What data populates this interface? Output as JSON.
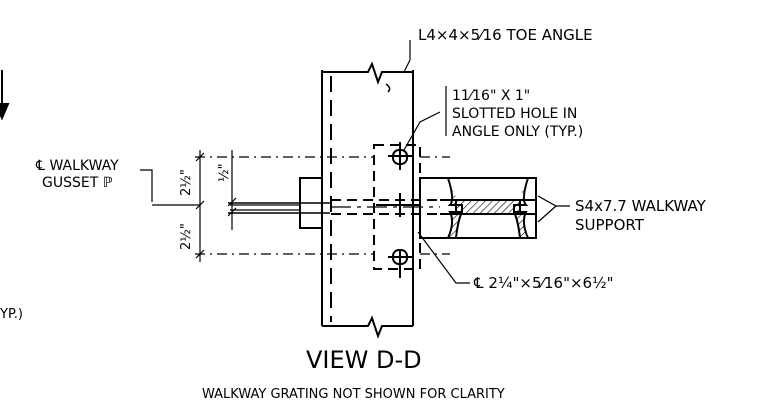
{
  "labels": {
    "toe_angle": "L4×4×5⁄16   TOE ANGLE",
    "slot_line1": "11⁄16\" X 1\"",
    "slot_line2": "SLOTTED HOLE IN",
    "slot_line3": "ANGLE ONLY (TYP.)",
    "walkway_cl_line1": "℄ WALKWAY",
    "walkway_cl_line2": "GUSSET ℙ",
    "dim_2half_top": "2½\"",
    "dim_half": "½\"",
    "dim_2half_bottom": "2½\"",
    "support_line1": "S4x7.7 WALKWAY",
    "support_line2": "SUPPORT",
    "plate": "℄ 2¼\"×5⁄16\"×6½\"",
    "typ_fragment": "YP.)",
    "view_title": "VIEW  D-D",
    "view_note": "WALKWAY GRATING NOT SHOWN FOR CLARITY"
  },
  "colors": {
    "line": "#000000",
    "background": "#ffffff"
  }
}
